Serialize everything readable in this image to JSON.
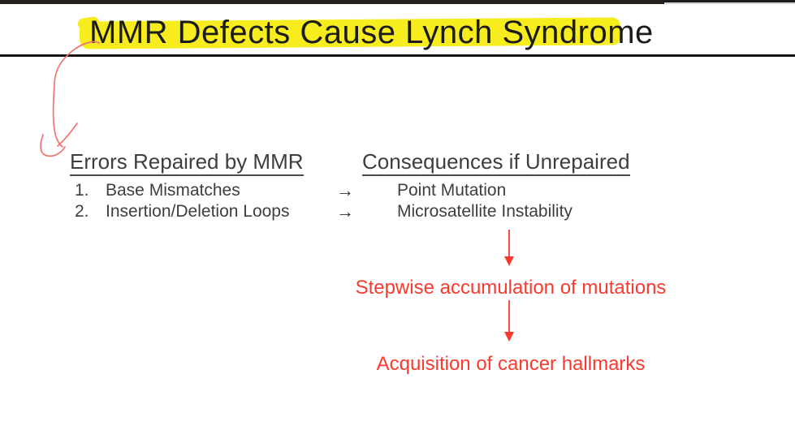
{
  "slide": {
    "title": "MMR Defects Cause Lynch Syndrome",
    "columns": {
      "left": {
        "heading": "Errors Repaired by MMR",
        "items": [
          {
            "num": "1.",
            "text": "Base Mismatches"
          },
          {
            "num": "2.",
            "text": "Insertion/Deletion Loops"
          }
        ]
      },
      "right": {
        "heading": "Consequences if Unrepaired",
        "items": [
          {
            "text": "Point Mutation"
          },
          {
            "text": "Microsatellite Instability"
          }
        ]
      }
    },
    "map_arrow_glyph": "→",
    "flow": {
      "step1": "Stepwise accumulation of mutations",
      "step2": "Acquisition of cancer hallmarks"
    },
    "colors": {
      "highlight": "#f7ec1e",
      "red_text": "#fa3a2e",
      "annotation_red": "#f2736b",
      "body_text": "#3e3e3e",
      "title_text": "#1b1b1b"
    }
  }
}
